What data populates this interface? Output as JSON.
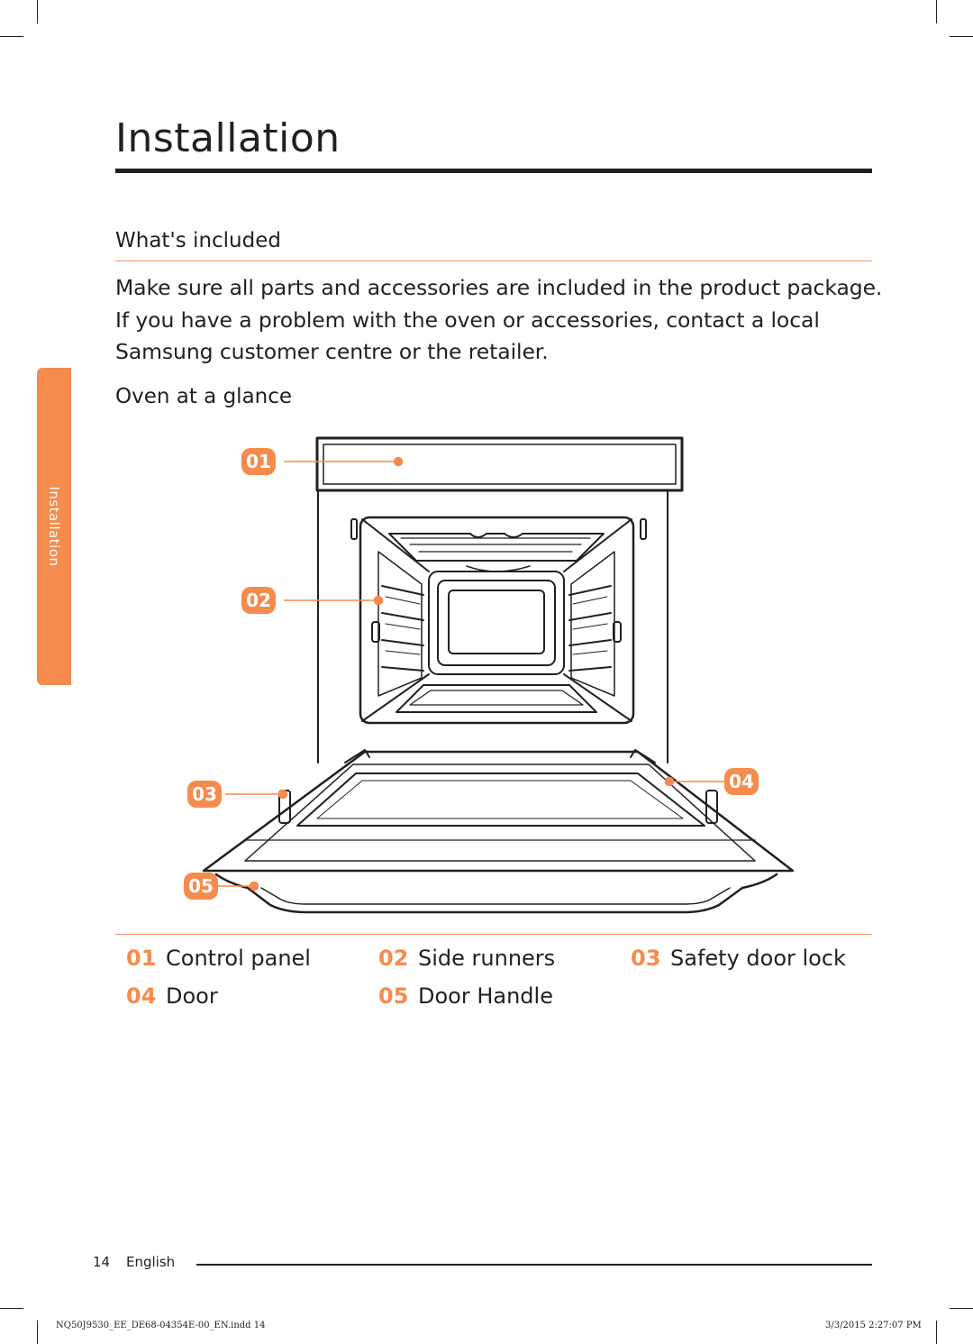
{
  "page": {
    "title": "Installation",
    "section_heading": "What's included",
    "intro_lines": [
      "Make sure all parts and accessories are included in the product package.",
      "If you have a problem with the oven or accessories, contact a local",
      "Samsung customer centre or the retailer."
    ],
    "sub_heading": "Oven at a glance",
    "side_tab": "Installation",
    "accent_color": "#f58b4c",
    "rule_color": "#f4946b"
  },
  "diagram": {
    "callouts": [
      "01",
      "02",
      "03",
      "04",
      "05"
    ]
  },
  "legend": [
    {
      "num": "01",
      "label": "Control panel"
    },
    {
      "num": "02",
      "label": "Side runners"
    },
    {
      "num": "03",
      "label": "Safety door lock"
    },
    {
      "num": "04",
      "label": "Door"
    },
    {
      "num": "05",
      "label": "Door Handle"
    }
  ],
  "footer": {
    "page_number": "14",
    "language": "English",
    "file_slug": "NQ50J9530_EE_DE68-04354E-00_EN.indd   14",
    "date_slug": "3/3/2015   2:27:07 PM"
  }
}
